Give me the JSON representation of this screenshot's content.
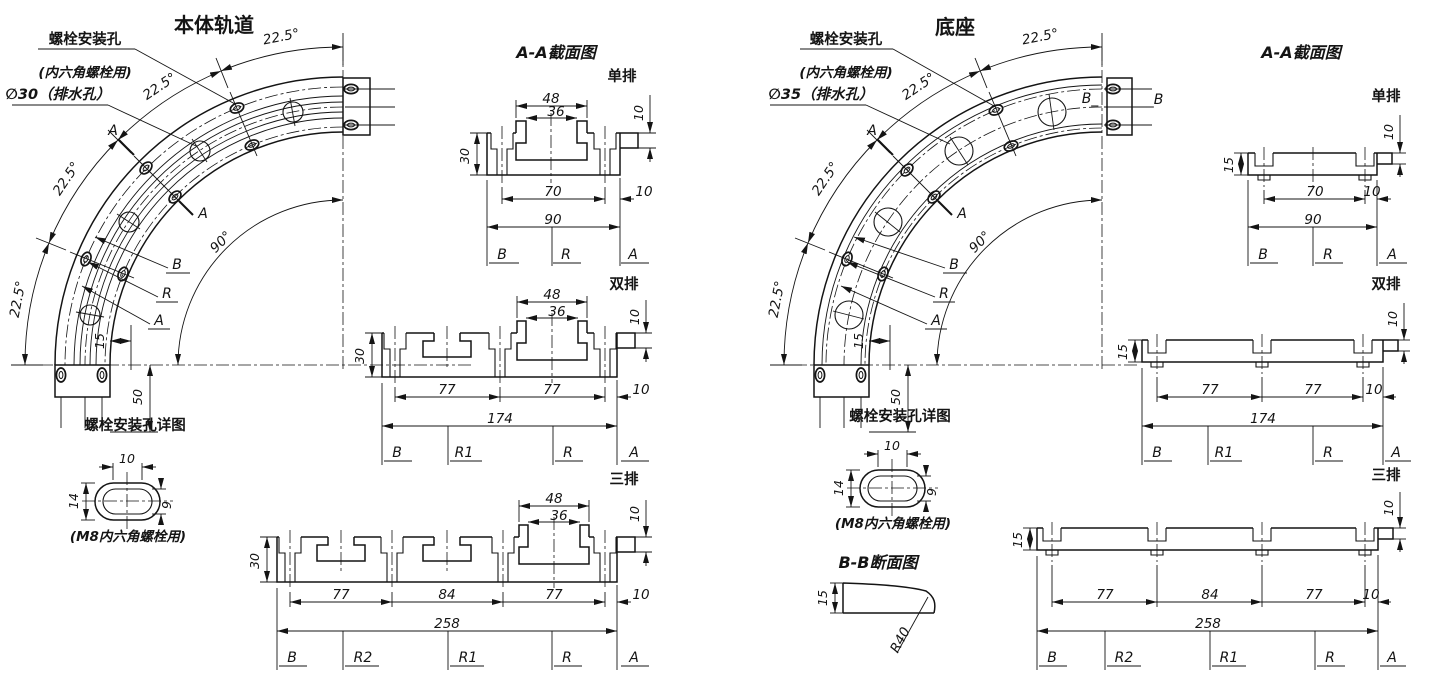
{
  "left": {
    "title": "本体轨道",
    "callout": {
      "line1": "螺栓安装孔",
      "line2": "(内六角螺栓用)",
      "line3": "∅30（排水孔）"
    },
    "angles": {
      "a1": "22.5°",
      "a2": "22.5°",
      "a3": "22.5°",
      "a4": "22.5°",
      "total": "90°"
    },
    "section_marker": "A",
    "radial": {
      "b": "B",
      "r": "R",
      "a": "A"
    },
    "end_dims": {
      "d15": "15",
      "d50": "50"
    },
    "detail": {
      "title": "螺栓安装孔详图",
      "width": "10",
      "height": "14",
      "inner": "9",
      "caption": "(M8内六角螺栓用)"
    },
    "sections": {
      "title": "A-A截面图",
      "single": {
        "row": "单排",
        "d48": "48",
        "d36": "36",
        "d10s": "10",
        "d30": "30",
        "b1": "70",
        "b2": "10",
        "total": "90",
        "ax1": "B",
        "ax2": "R",
        "ax3": "A"
      },
      "double": {
        "row": "双排",
        "d48": "48",
        "d36": "36",
        "d10s": "10",
        "d30": "30",
        "b1": "77",
        "b2": "77",
        "b3": "10",
        "total": "174",
        "ax1": "B",
        "ax2": "R1",
        "ax3": "R",
        "ax4": "A"
      },
      "triple": {
        "row": "三排",
        "d48": "48",
        "d36": "36",
        "d10s": "10",
        "d30": "30",
        "b1": "77",
        "b2": "84",
        "b3": "77",
        "b4": "10",
        "total": "258",
        "ax1": "B",
        "ax2": "R2",
        "ax3": "R1",
        "ax4": "R",
        "ax5": "A"
      }
    }
  },
  "right": {
    "title": "底座",
    "callout": {
      "line1": "螺栓安装孔",
      "line2": "(内六角螺栓用)",
      "line3": "∅35（排水孔）"
    },
    "angles": {
      "a1": "22.5°",
      "a2": "22.5°",
      "a3": "22.5°",
      "a4": "22.5°",
      "total": "90°"
    },
    "section_marker": "A",
    "b_markers": {
      "left": "B_",
      "right": "_B"
    },
    "radial": {
      "b": "B",
      "r": "R",
      "a": "A"
    },
    "end_dims": {
      "d15": "15",
      "d50": "50"
    },
    "detail": {
      "title": "螺栓安装孔详图",
      "width": "10",
      "height": "14",
      "inner": "9",
      "caption": "(M8内六角螺栓用)"
    },
    "bb": {
      "title": "B-B断面图",
      "d15": "15",
      "r40": "R40"
    },
    "sections": {
      "title": "A-A截面图",
      "single": {
        "row": "单排",
        "d15": "15",
        "d10s": "10",
        "b1": "70",
        "b2": "10",
        "total": "90",
        "ax1": "B",
        "ax2": "R",
        "ax3": "A"
      },
      "double": {
        "row": "双排",
        "d15": "15",
        "d10s": "10",
        "b1": "77",
        "b2": "77",
        "b3": "10",
        "total": "174",
        "ax1": "B",
        "ax2": "R1",
        "ax3": "R",
        "ax4": "A"
      },
      "triple": {
        "row": "三排",
        "d15": "15",
        "d10s": "10",
        "b1": "77",
        "b2": "84",
        "b3": "77",
        "b4": "10",
        "total": "258",
        "ax1": "B",
        "ax2": "R2",
        "ax3": "R1",
        "ax4": "R",
        "ax5": "A"
      }
    }
  }
}
